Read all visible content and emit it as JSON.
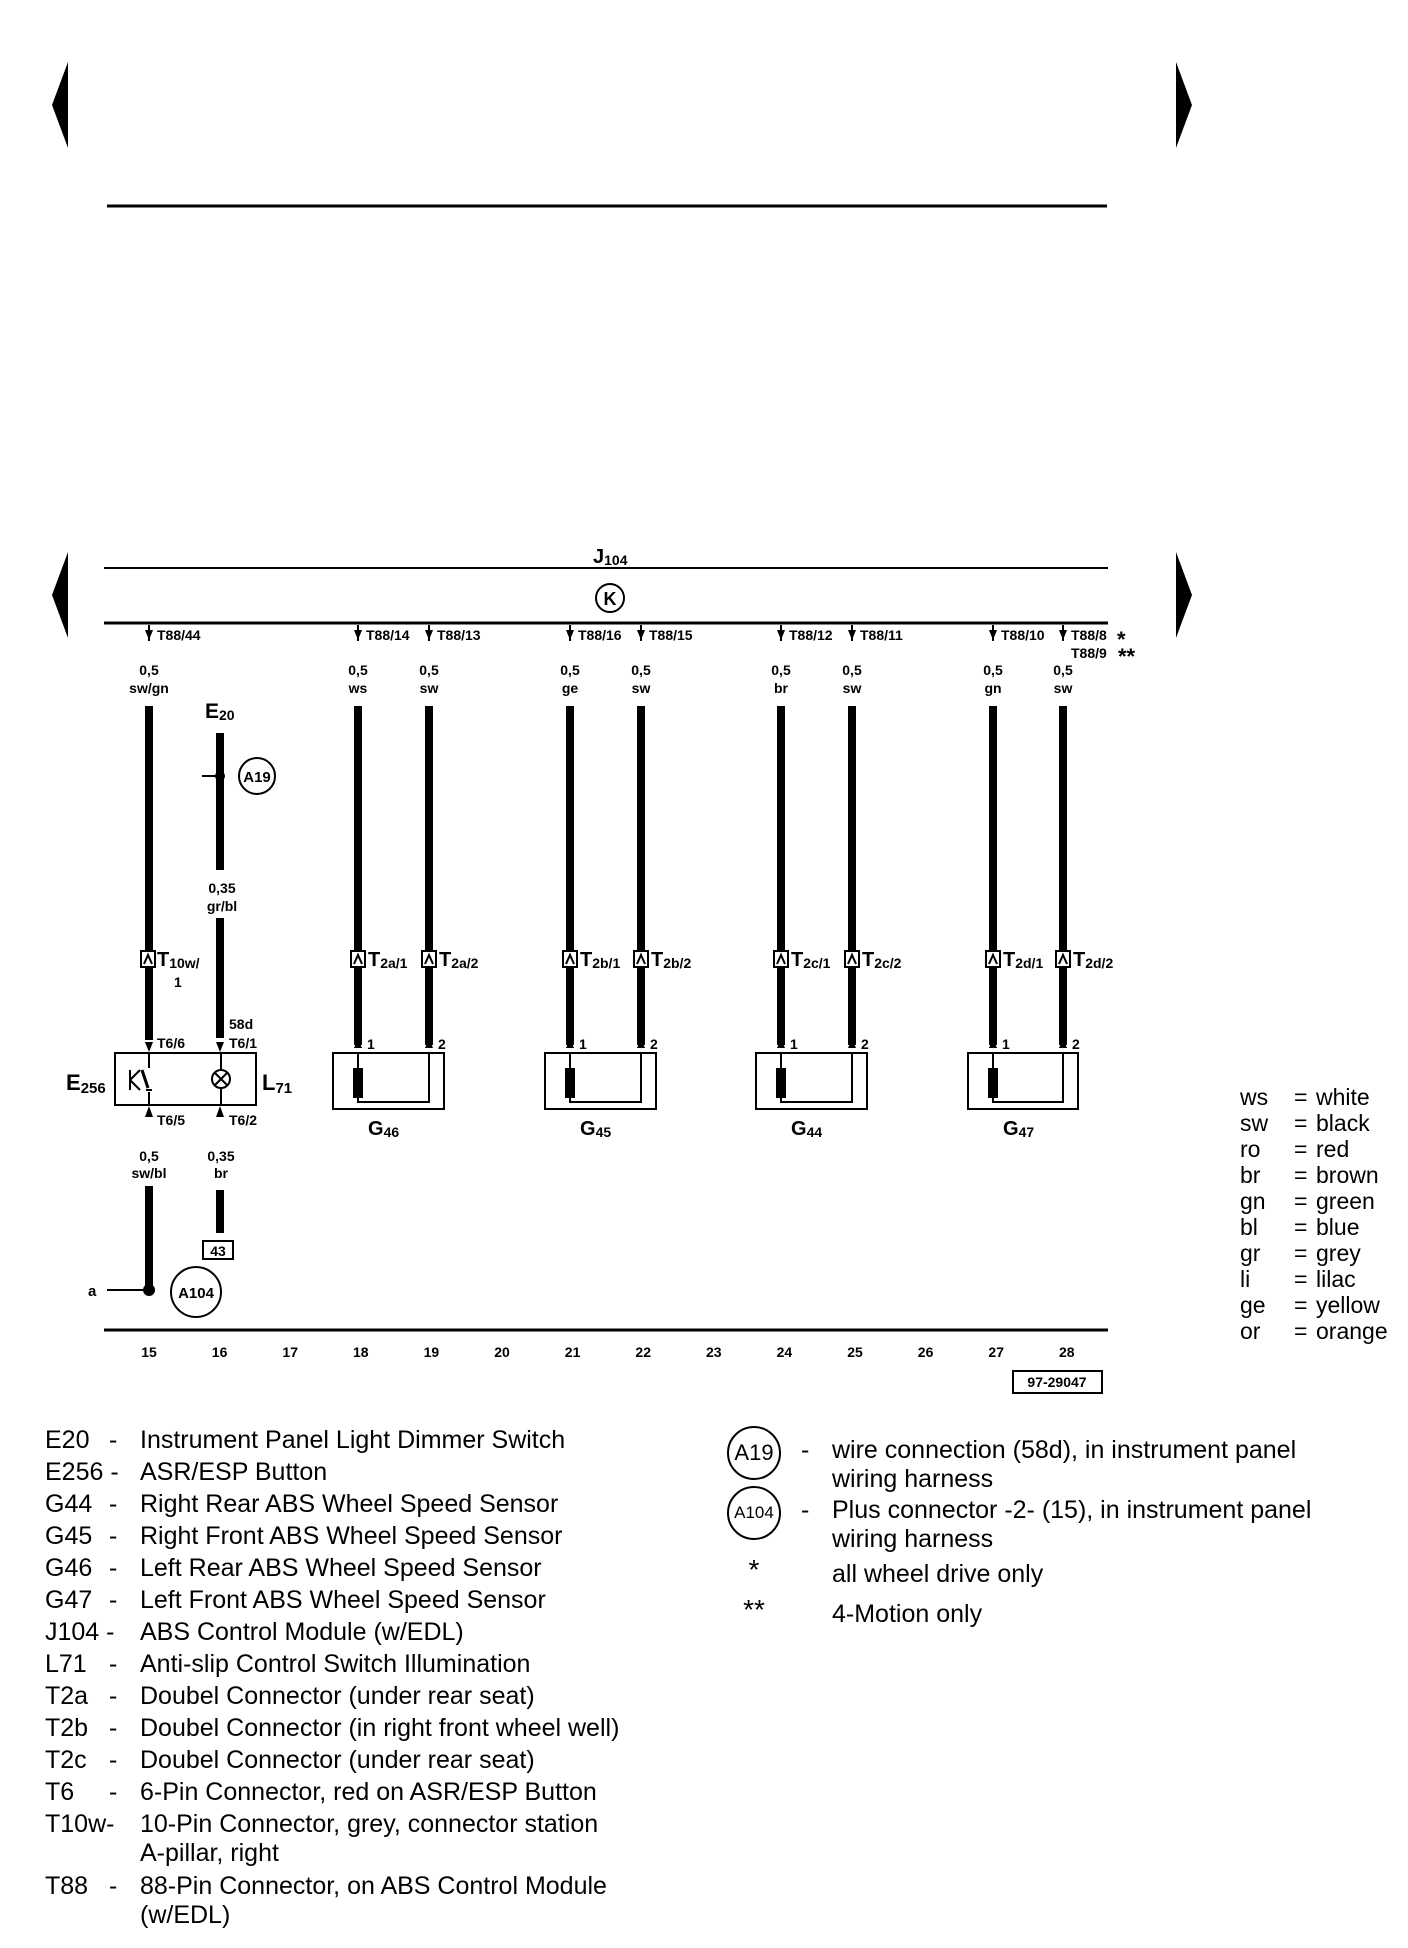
{
  "diagram": {
    "module_label": "J",
    "module_sub": "104",
    "module_symbol": "K",
    "drawing_number": "97-29047",
    "ground_label": "a",
    "asterisk_single": "*",
    "asterisk_double": "**",
    "pins": [
      {
        "id": "p15",
        "pin": "T88/44",
        "size": "0,5",
        "color": "sw/gn"
      },
      {
        "id": "p18",
        "pin": "T88/14",
        "size": "0,5",
        "color": "ws"
      },
      {
        "id": "p19",
        "pin": "T88/13",
        "size": "0,5",
        "color": "sw"
      },
      {
        "id": "p21",
        "pin": "T88/16",
        "size": "0,5",
        "color": "ge"
      },
      {
        "id": "p22",
        "pin": "T88/15",
        "size": "0,5",
        "color": "sw"
      },
      {
        "id": "p24",
        "pin": "T88/12",
        "size": "0,5",
        "color": "br"
      },
      {
        "id": "p25",
        "pin": "T88/11",
        "size": "0,5",
        "color": "sw"
      },
      {
        "id": "p27",
        "pin": "T88/10",
        "size": "0,5",
        "color": "gn"
      },
      {
        "id": "p28",
        "pin": "T88/8",
        "pin2": "T88/9",
        "size": "0,5",
        "color": "sw"
      }
    ],
    "e20": {
      "label": "E",
      "sub": "20",
      "connector": "A19",
      "size": "0,35",
      "color": "gr/bl",
      "term": "58d"
    },
    "t10w": {
      "label": "T",
      "sub": "10w/",
      "sub2": "1"
    },
    "switch": {
      "e256": "E",
      "e256_sub": "256",
      "l71": "L",
      "l71_sub": "71",
      "pin_t66": "T6/6",
      "pin_t61": "T6/1",
      "pin_t65": "T6/5",
      "pin_t62": "T6/2",
      "out_left": {
        "size": "0,5",
        "color": "sw/bl"
      },
      "out_right": {
        "size": "0,35",
        "color": "br"
      },
      "ref_box": "43",
      "ground_connector": "A104"
    },
    "connectors": [
      {
        "a": "T",
        "a_sub": "2a/1",
        "b": "T",
        "b_sub": "2a/2"
      },
      {
        "a": "T",
        "a_sub": "2b/1",
        "b": "T",
        "b_sub": "2b/2"
      },
      {
        "a": "T",
        "a_sub": "2c/1",
        "b": "T",
        "b_sub": "2c/2"
      },
      {
        "a": "T",
        "a_sub": "2d/1",
        "b": "T",
        "b_sub": "2d/2"
      }
    ],
    "sensors": [
      {
        "label": "G",
        "sub": "46",
        "pin1": "1",
        "pin2": "2"
      },
      {
        "label": "G",
        "sub": "45",
        "pin1": "1",
        "pin2": "2"
      },
      {
        "label": "G",
        "sub": "44",
        "pin1": "1",
        "pin2": "2"
      },
      {
        "label": "G",
        "sub": "47",
        "pin1": "1",
        "pin2": "2"
      }
    ],
    "tracks": [
      "15",
      "16",
      "17",
      "18",
      "19",
      "20",
      "21",
      "22",
      "23",
      "24",
      "25",
      "26",
      "27",
      "28"
    ]
  },
  "color_legend": [
    {
      "abbr": "ws",
      "name": "white"
    },
    {
      "abbr": "sw",
      "name": "black"
    },
    {
      "abbr": "ro",
      "name": "red"
    },
    {
      "abbr": "br",
      "name": "brown"
    },
    {
      "abbr": "gn",
      "name": "green"
    },
    {
      "abbr": "bl",
      "name": "blue"
    },
    {
      "abbr": "gr",
      "name": "grey"
    },
    {
      "abbr": "li",
      "name": "lilac"
    },
    {
      "abbr": "ge",
      "name": "yellow"
    },
    {
      "abbr": "or",
      "name": "orange"
    }
  ],
  "component_legend": [
    {
      "code": "E20",
      "dash": "-",
      "desc": "Instrument Panel Light Dimmer Switch"
    },
    {
      "code": "E256 -",
      "dash": "",
      "desc": "ASR/ESP Button"
    },
    {
      "code": "G44",
      "dash": "-",
      "desc": "Right Rear ABS Wheel Speed Sensor"
    },
    {
      "code": "G45",
      "dash": "-",
      "desc": "Right Front ABS Wheel Speed Sensor"
    },
    {
      "code": "G46",
      "dash": "-",
      "desc": "Left Rear ABS Wheel Speed Sensor"
    },
    {
      "code": "G47",
      "dash": "-",
      "desc": "Left Front ABS Wheel Speed Sensor"
    },
    {
      "code": "J104 -",
      "dash": "",
      "desc": "ABS Control Module (w/EDL)"
    },
    {
      "code": "L71",
      "dash": "-",
      "desc": "Anti-slip Control Switch Illumination"
    },
    {
      "code": "T2a",
      "dash": "-",
      "desc": "Doubel Connector (under rear seat)"
    },
    {
      "code": "T2b",
      "dash": "-",
      "desc": "Doubel Connector (in right front wheel well)"
    },
    {
      "code": "T2c",
      "dash": "-",
      "desc": "Doubel Connector (under rear seat)"
    },
    {
      "code": "T6",
      "dash": "-",
      "desc": "6-Pin Connector, red on ASR/ESP Button"
    },
    {
      "code": "T10w-",
      "dash": "",
      "desc": "10-Pin Connector, grey, connector station",
      "desc2": "A-pillar, right"
    },
    {
      "code": "T88",
      "dash": "-",
      "desc": "88-Pin Connector, on ABS Control Module",
      "desc2": "(w/EDL)"
    }
  ],
  "ref_legend": [
    {
      "symbol": "A19",
      "dash": "-",
      "desc": "wire connection (58d), in instrument panel",
      "desc2": "wiring harness"
    },
    {
      "symbol": "A104",
      "dash": "-",
      "desc": "Plus connector -2- (15), in instrument panel",
      "desc2": "wiring harness"
    },
    {
      "symbol": "*",
      "dash": "",
      "desc": "all wheel drive only"
    },
    {
      "symbol": "**",
      "dash": "",
      "desc": "4-Motion only"
    }
  ]
}
